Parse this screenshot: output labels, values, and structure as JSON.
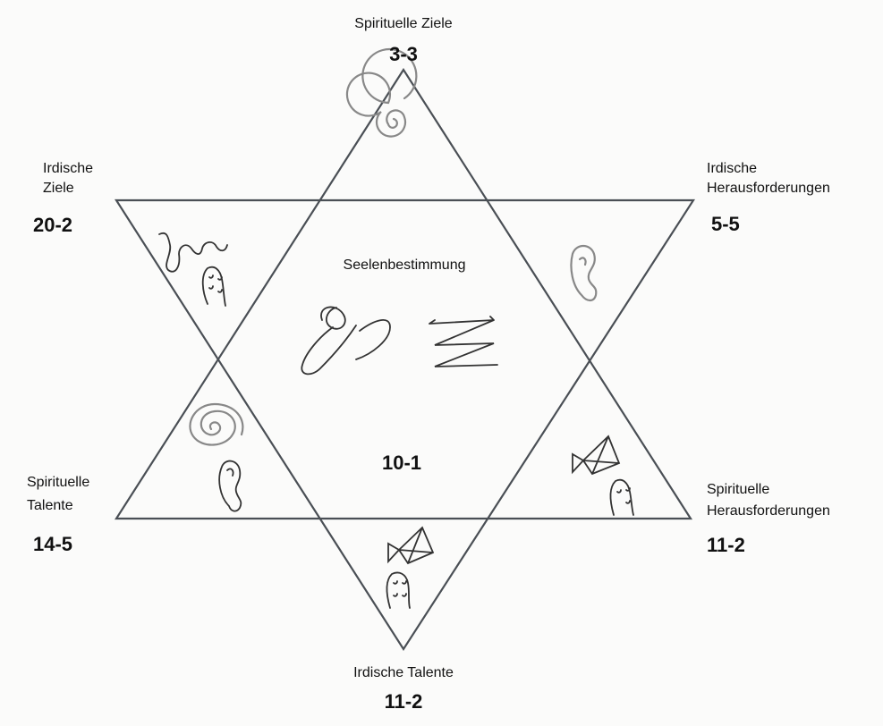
{
  "title": "Seelenbestimmung",
  "center_value": "10-1",
  "points": {
    "top": {
      "label": "Spirituelle Ziele",
      "value": "3-3"
    },
    "upper_left": {
      "label_lines": [
        "Irdische",
        "Ziele"
      ],
      "value": "20-2"
    },
    "upper_right": {
      "label_lines": [
        "Irdische",
        "Herausforderungen"
      ],
      "value": "5-5"
    },
    "lower_left": {
      "label_lines": [
        "Spirituelle",
        "Talente"
      ],
      "value": "14-5"
    },
    "lower_right": {
      "label_lines": [
        "Spirituelle",
        "Herausforderungen"
      ],
      "value": "11-2"
    },
    "bottom": {
      "label": "Irdische Talente",
      "value": "11-2"
    }
  }
}
